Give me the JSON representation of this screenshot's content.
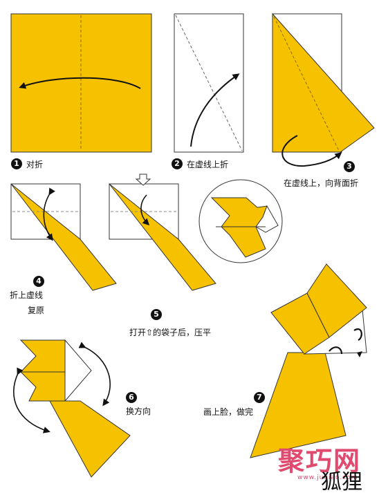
{
  "colors": {
    "paper_yellow": "#f6c200",
    "paper_back": "#ffffff",
    "outline": "#333333",
    "watermark": "#e04a6e"
  },
  "steps": [
    {
      "number": "1",
      "caption": "对折"
    },
    {
      "number": "2",
      "caption": "在虚线上折"
    },
    {
      "number": "3",
      "caption": "在虚线上，向背面折"
    },
    {
      "number": "4",
      "caption_line1": "折上虚线",
      "caption_line2": "复原"
    },
    {
      "number": "5",
      "caption": "打开⇧的袋子后，压平"
    },
    {
      "number": "6",
      "caption": "换方向"
    },
    {
      "number": "7",
      "caption": "画上脸，做完"
    }
  ],
  "title": "狐狸",
  "watermark": {
    "text": "聚巧网",
    "sub": "www.juqiao.com"
  }
}
